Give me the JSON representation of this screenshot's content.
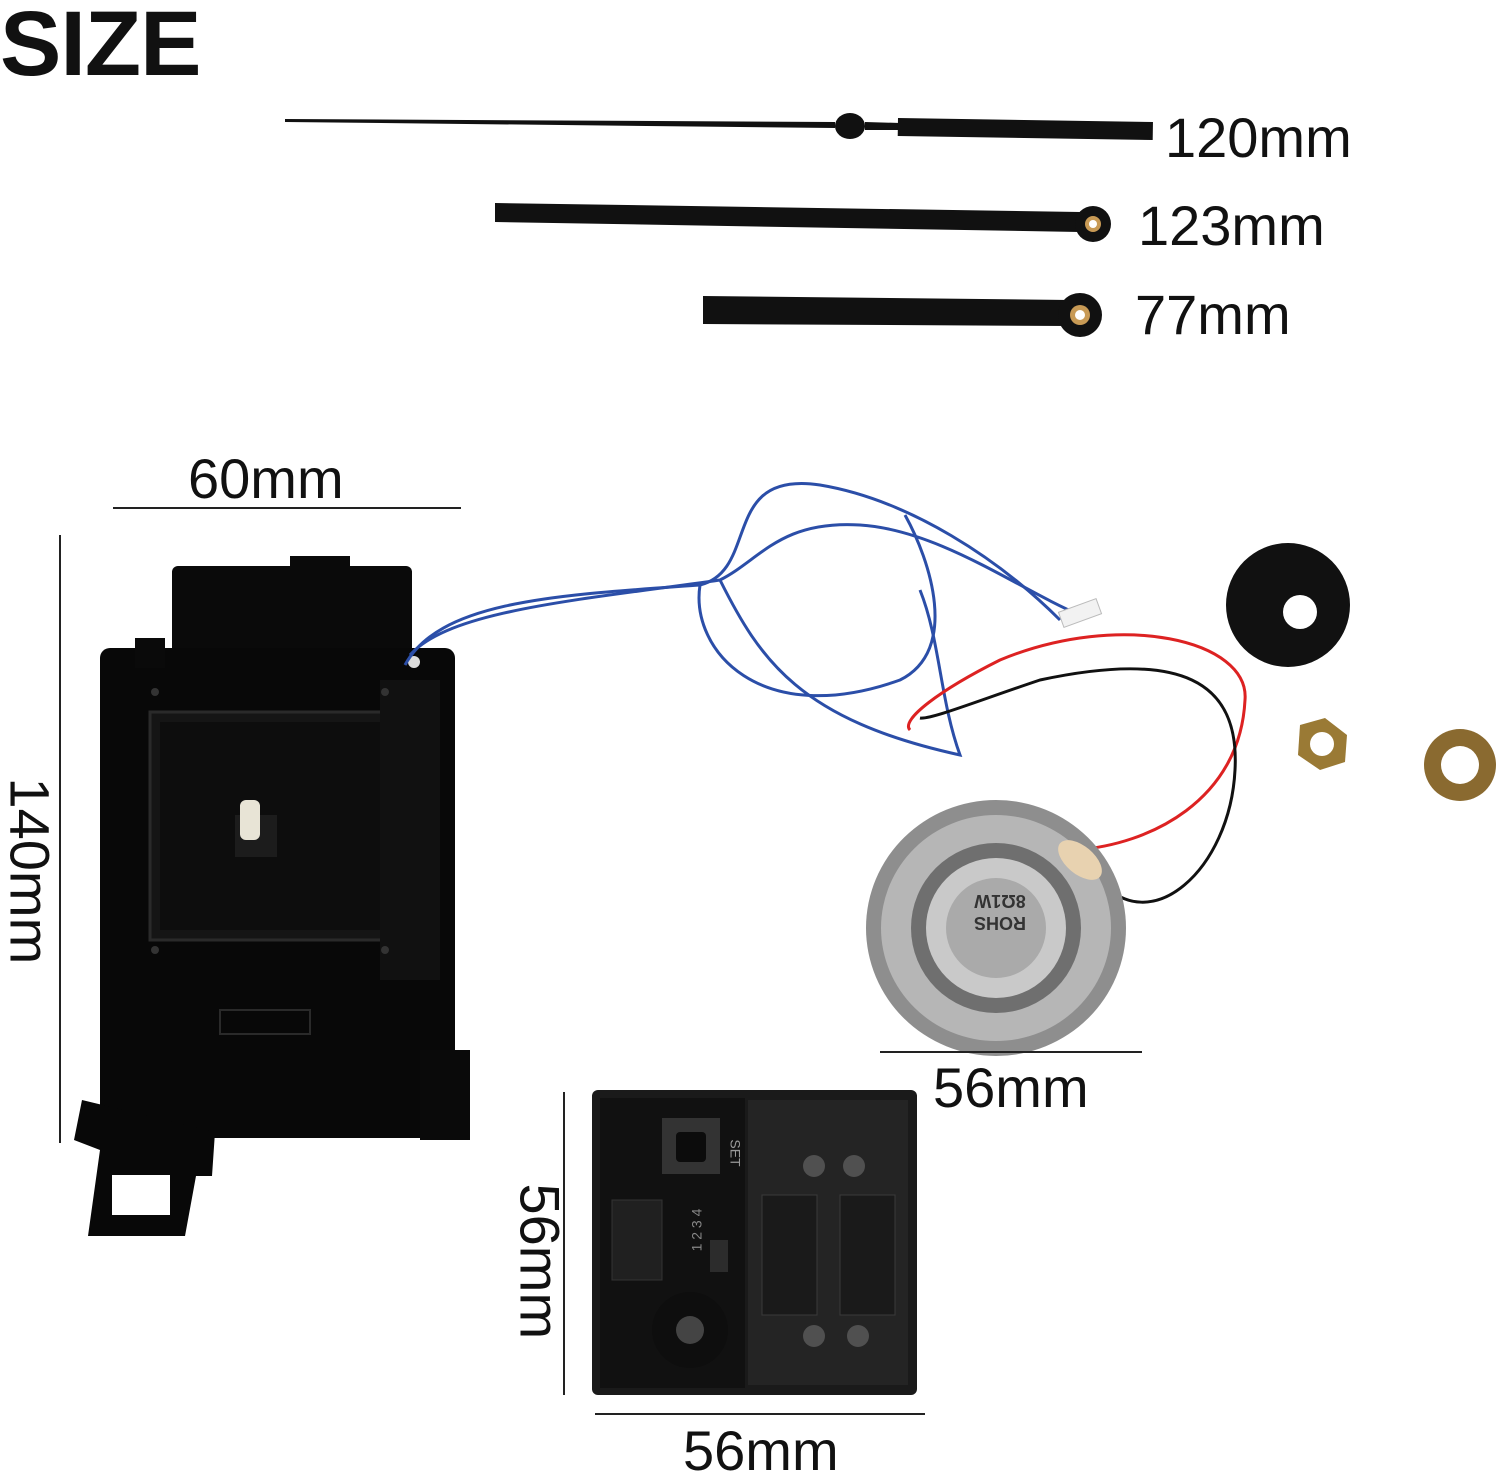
{
  "title": "SIZE",
  "hands": {
    "second_hand_length": "120mm",
    "minute_hand_length": "123mm",
    "hour_hand_length": "77mm"
  },
  "movement": {
    "width": "60mm",
    "height": "140mm"
  },
  "speaker": {
    "diameter": "56mm",
    "label_line1": "ROHS",
    "label_line2": "8Ω1W"
  },
  "control_box": {
    "height": "56mm",
    "width": "56mm",
    "button_label": "SET",
    "switch_numbers": "1 2 3 4"
  }
}
